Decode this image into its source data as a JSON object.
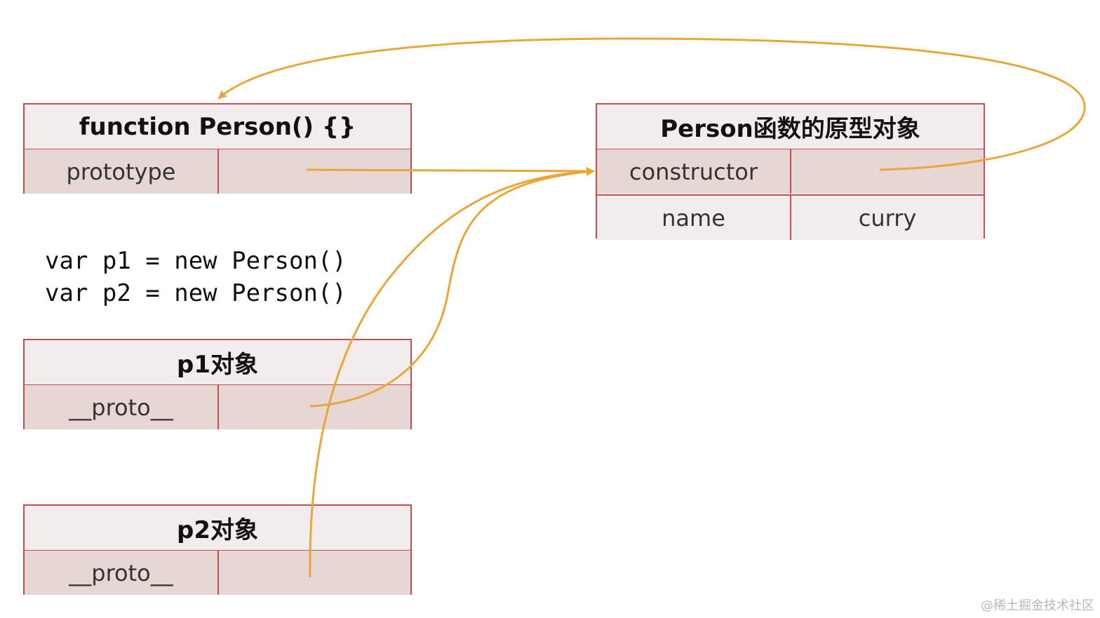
{
  "person_function": {
    "title": "function Person() {}",
    "rows": [
      {
        "key": "prototype",
        "value": ""
      }
    ]
  },
  "prototype_object": {
    "title": "Person函数的原型对象",
    "rows": [
      {
        "key": "constructor",
        "value": ""
      },
      {
        "key": "name",
        "value": "curry"
      }
    ]
  },
  "code": {
    "line1": "var p1 = new Person()",
    "line2": "var p2 = new Person()"
  },
  "p1_object": {
    "title": "p1对象",
    "rows": [
      {
        "key": "__proto__",
        "value": ""
      }
    ]
  },
  "p2_object": {
    "title": "p2对象",
    "rows": [
      {
        "key": "__proto__",
        "value": ""
      }
    ]
  },
  "colors": {
    "arrow": "#eba63a",
    "border": "#c0504d",
    "header_bg": "#f2ecec",
    "row_bg": "#e6d6d4"
  },
  "watermark": "@稀土掘金技术社区"
}
